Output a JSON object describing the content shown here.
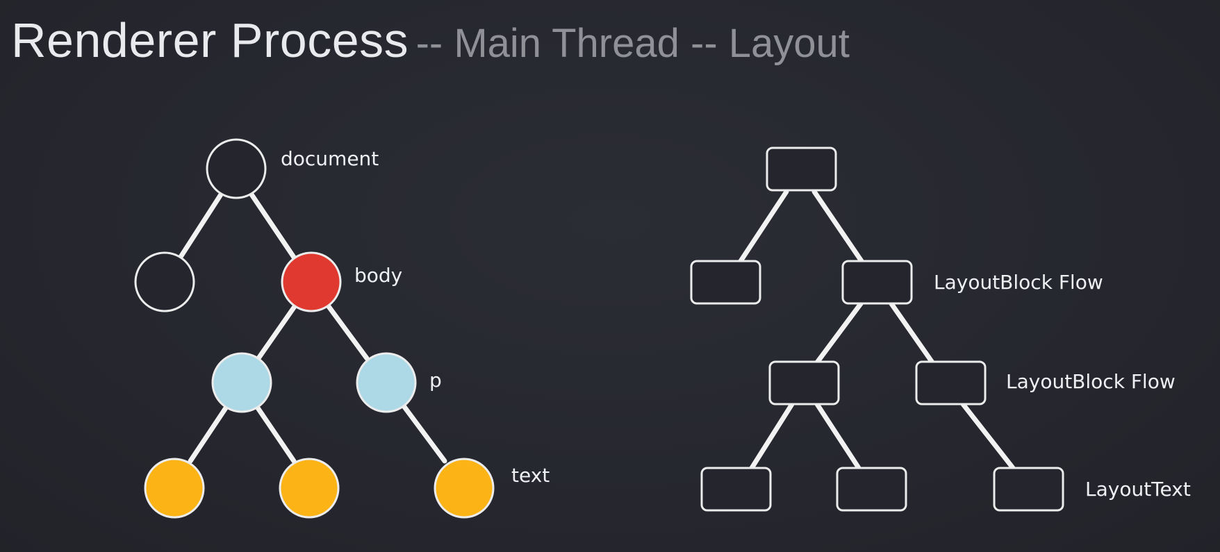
{
  "title": {
    "main": "Renderer Process",
    "sub": "-- Main Thread -- Layout"
  },
  "dom_tree": {
    "labels": {
      "document": "document",
      "body": "body",
      "p": "p",
      "text": "text"
    },
    "colors": {
      "empty": "#25262d",
      "body": "#e0392f",
      "p": "#add8e6",
      "text": "#fbb315",
      "stroke": "#ececec"
    }
  },
  "layout_tree": {
    "labels": {
      "block_flow_1": "LayoutBlock Flow",
      "block_flow_2": "LayoutBlock Flow",
      "layout_text": "LayoutText"
    }
  }
}
